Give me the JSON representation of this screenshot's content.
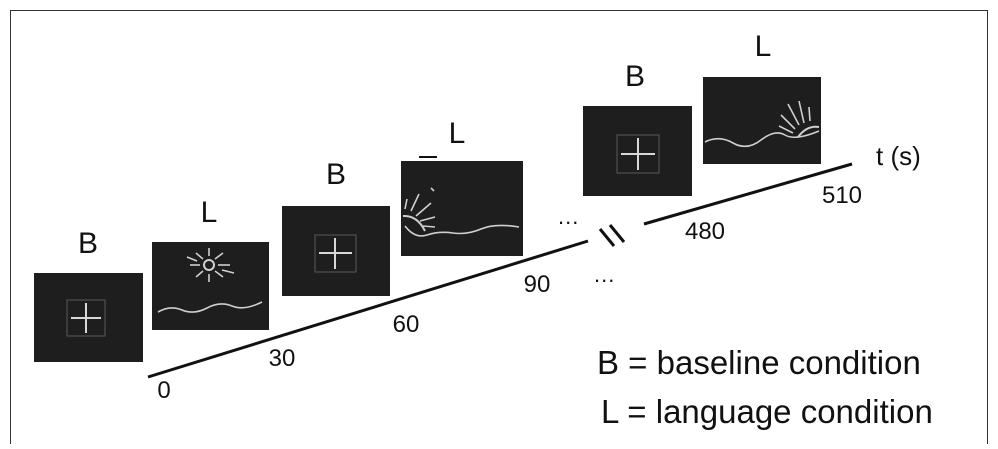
{
  "conditions": {
    "baseline": "B",
    "language": "L"
  },
  "timeline": {
    "axis_label": "t (s)",
    "ticks": [
      "0",
      "30",
      "60",
      "90",
      "480",
      "510"
    ],
    "ellipsis_upper": "...",
    "ellipsis_lower": "..."
  },
  "legend": {
    "baseline_line": "B = baseline condition",
    "language_line": "L = language condition"
  },
  "colors": {
    "panel_background": "#1e1e1e",
    "stimulus_stroke": "#cfcfcf",
    "axis": "#111111"
  }
}
